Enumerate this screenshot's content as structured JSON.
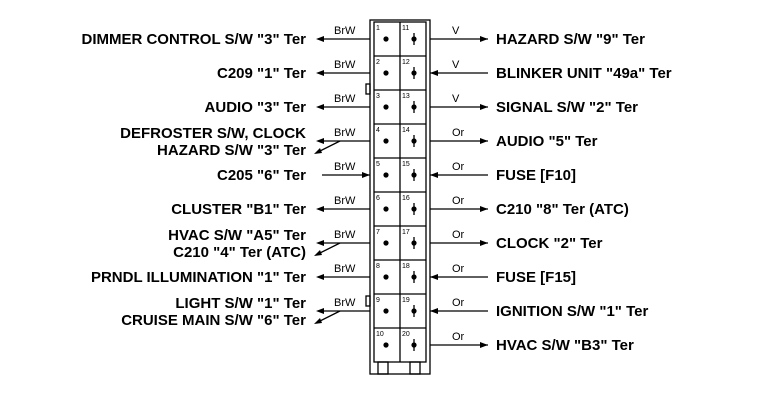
{
  "pins_left": [
    {
      "pin": "1",
      "wire": "BrW",
      "labels": [
        "DIMMER CONTROL S/W \"3\" Ter"
      ],
      "dir": "out"
    },
    {
      "pin": "2",
      "wire": "BrW",
      "labels": [
        "C209 \"1\" Ter"
      ],
      "dir": "out"
    },
    {
      "pin": "3",
      "wire": "BrW",
      "labels": [
        "AUDIO \"3\" Ter"
      ],
      "dir": "out"
    },
    {
      "pin": "4",
      "wire": "BrW",
      "labels": [
        "DEFROSTER S/W, CLOCK",
        "HAZARD S/W \"3\" Ter"
      ],
      "dir": "out"
    },
    {
      "pin": "5",
      "wire": "BrW",
      "labels": [
        "C205 \"6\" Ter"
      ],
      "dir": "in"
    },
    {
      "pin": "6",
      "wire": "BrW",
      "labels": [
        "CLUSTER \"B1\" Ter"
      ],
      "dir": "out"
    },
    {
      "pin": "7",
      "wire": "BrW",
      "labels": [
        "HVAC S/W \"A5\" Ter",
        "C210 \"4\" Ter (ATC)"
      ],
      "dir": "out"
    },
    {
      "pin": "8",
      "wire": "BrW",
      "labels": [
        "PRNDL ILLUMINATION \"1\" Ter"
      ],
      "dir": "out"
    },
    {
      "pin": "9",
      "wire": "BrW",
      "labels": [
        "LIGHT S/W \"1\" Ter",
        "CRUISE MAIN S/W \"6\" Ter"
      ],
      "dir": "out"
    },
    {
      "pin": "10",
      "wire": "",
      "labels": [],
      "dir": "none"
    }
  ],
  "pins_right": [
    {
      "pin": "11",
      "wire": "V",
      "label": "HAZARD S/W \"9\" Ter",
      "dir": "out"
    },
    {
      "pin": "12",
      "wire": "V",
      "label": "BLINKER UNIT \"49a\" Ter",
      "dir": "in"
    },
    {
      "pin": "13",
      "wire": "V",
      "label": "SIGNAL S/W \"2\" Ter",
      "dir": "out"
    },
    {
      "pin": "14",
      "wire": "Or",
      "label": "AUDIO \"5\" Ter",
      "dir": "out"
    },
    {
      "pin": "15",
      "wire": "Or",
      "label": "FUSE [F10]",
      "dir": "in"
    },
    {
      "pin": "16",
      "wire": "Or",
      "label": "C210 \"8\" Ter (ATC)",
      "dir": "out"
    },
    {
      "pin": "17",
      "wire": "Or",
      "label": "CLOCK \"2\" Ter",
      "dir": "out"
    },
    {
      "pin": "18",
      "wire": "Or",
      "label": "FUSE [F15]",
      "dir": "in"
    },
    {
      "pin": "19",
      "wire": "Or",
      "label": "IGNITION S/W \"1\" Ter",
      "dir": "in"
    },
    {
      "pin": "20",
      "wire": "Or",
      "label": "HVAC S/W \"B3\" Ter",
      "dir": "out"
    }
  ]
}
